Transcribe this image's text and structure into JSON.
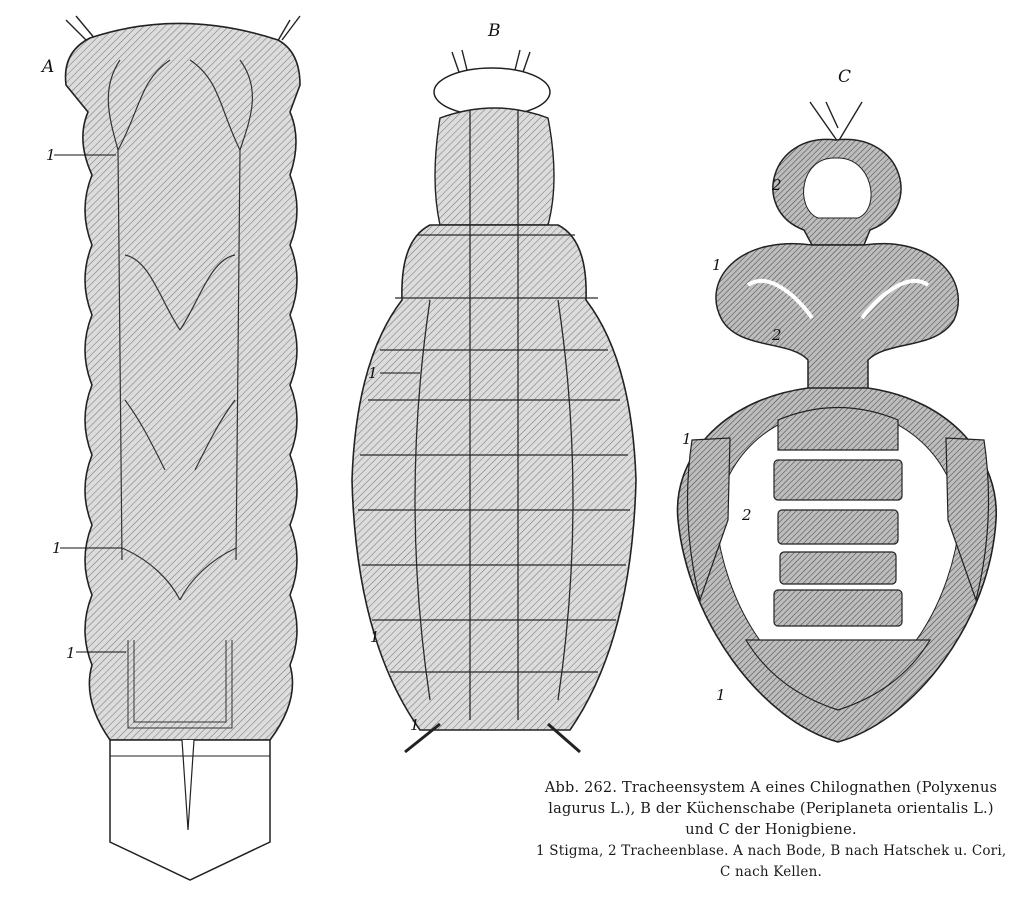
{
  "panels": [
    {
      "id": "A",
      "label": "A"
    },
    {
      "id": "B",
      "label": "B"
    },
    {
      "id": "C",
      "label": "C"
    }
  ],
  "annotations": {
    "stigma": "1",
    "tracheal_sac": "2"
  },
  "caption": {
    "line1": "Abb. 262.  Tracheensystem A eines Chilognathen (Polyxenus",
    "line2": "lagurus L.), B der Küchenschabe (Periplaneta orientalis L.)",
    "line3": "und C der Honigbiene.",
    "line4": "1 Stigma, 2 Tracheenblase.   A nach Bode, B nach Hatschek u. Cori,",
    "line5": "C nach Kellen."
  },
  "colors": {
    "ink": "#1a1a1a",
    "fill_hatch": "#c9c9c9",
    "background": "#ffffff"
  }
}
